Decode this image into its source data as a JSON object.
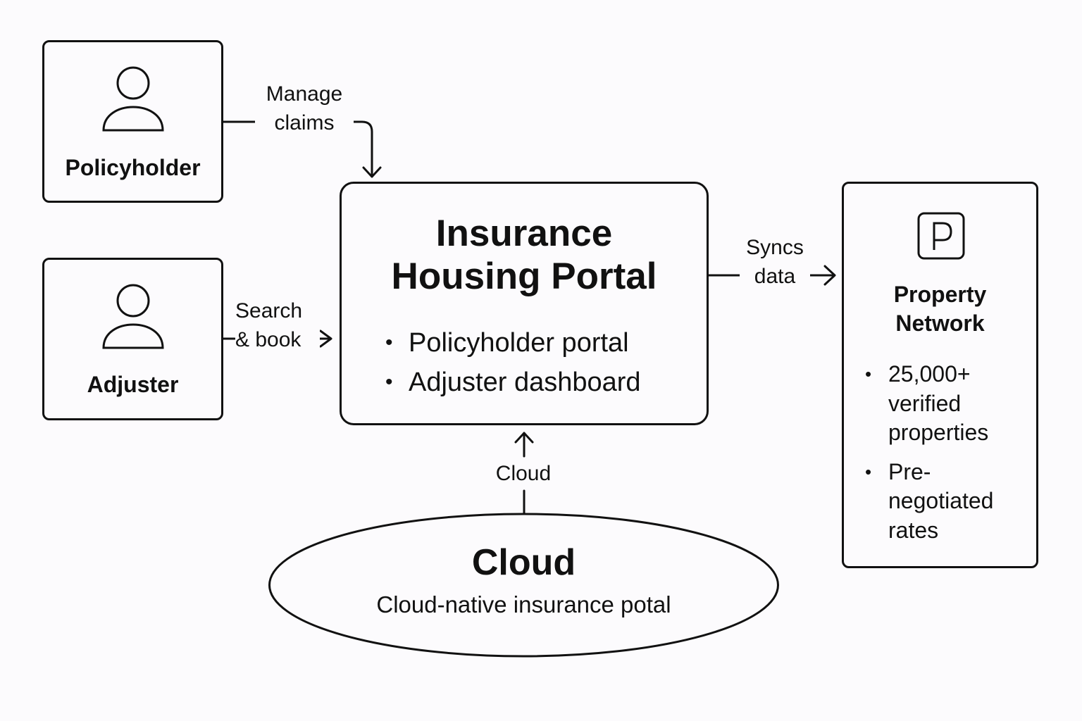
{
  "actors": {
    "policyholder": {
      "label": "Policyholder",
      "icon": "person-icon"
    },
    "adjuster": {
      "label": "Adjuster",
      "icon": "person-icon"
    }
  },
  "portal": {
    "title": "Insurance\nHousing Portal",
    "features": [
      "Policyholder portal",
      "Adjuster dashboard"
    ]
  },
  "network": {
    "icon": "parking-p-icon",
    "title": "Property\nNetwork",
    "items": [
      "25,000+\nverified\nproperties",
      "Pre-\nnegotiated\nrates"
    ]
  },
  "cloud": {
    "title": "Cloud",
    "subtitle": "Cloud-native insurance potal"
  },
  "edges": {
    "manage_claims": "Manage\nclaims",
    "search_book": "Search\n& book",
    "syncs_data": "Syncs\ndata",
    "cloud": "Cloud"
  }
}
